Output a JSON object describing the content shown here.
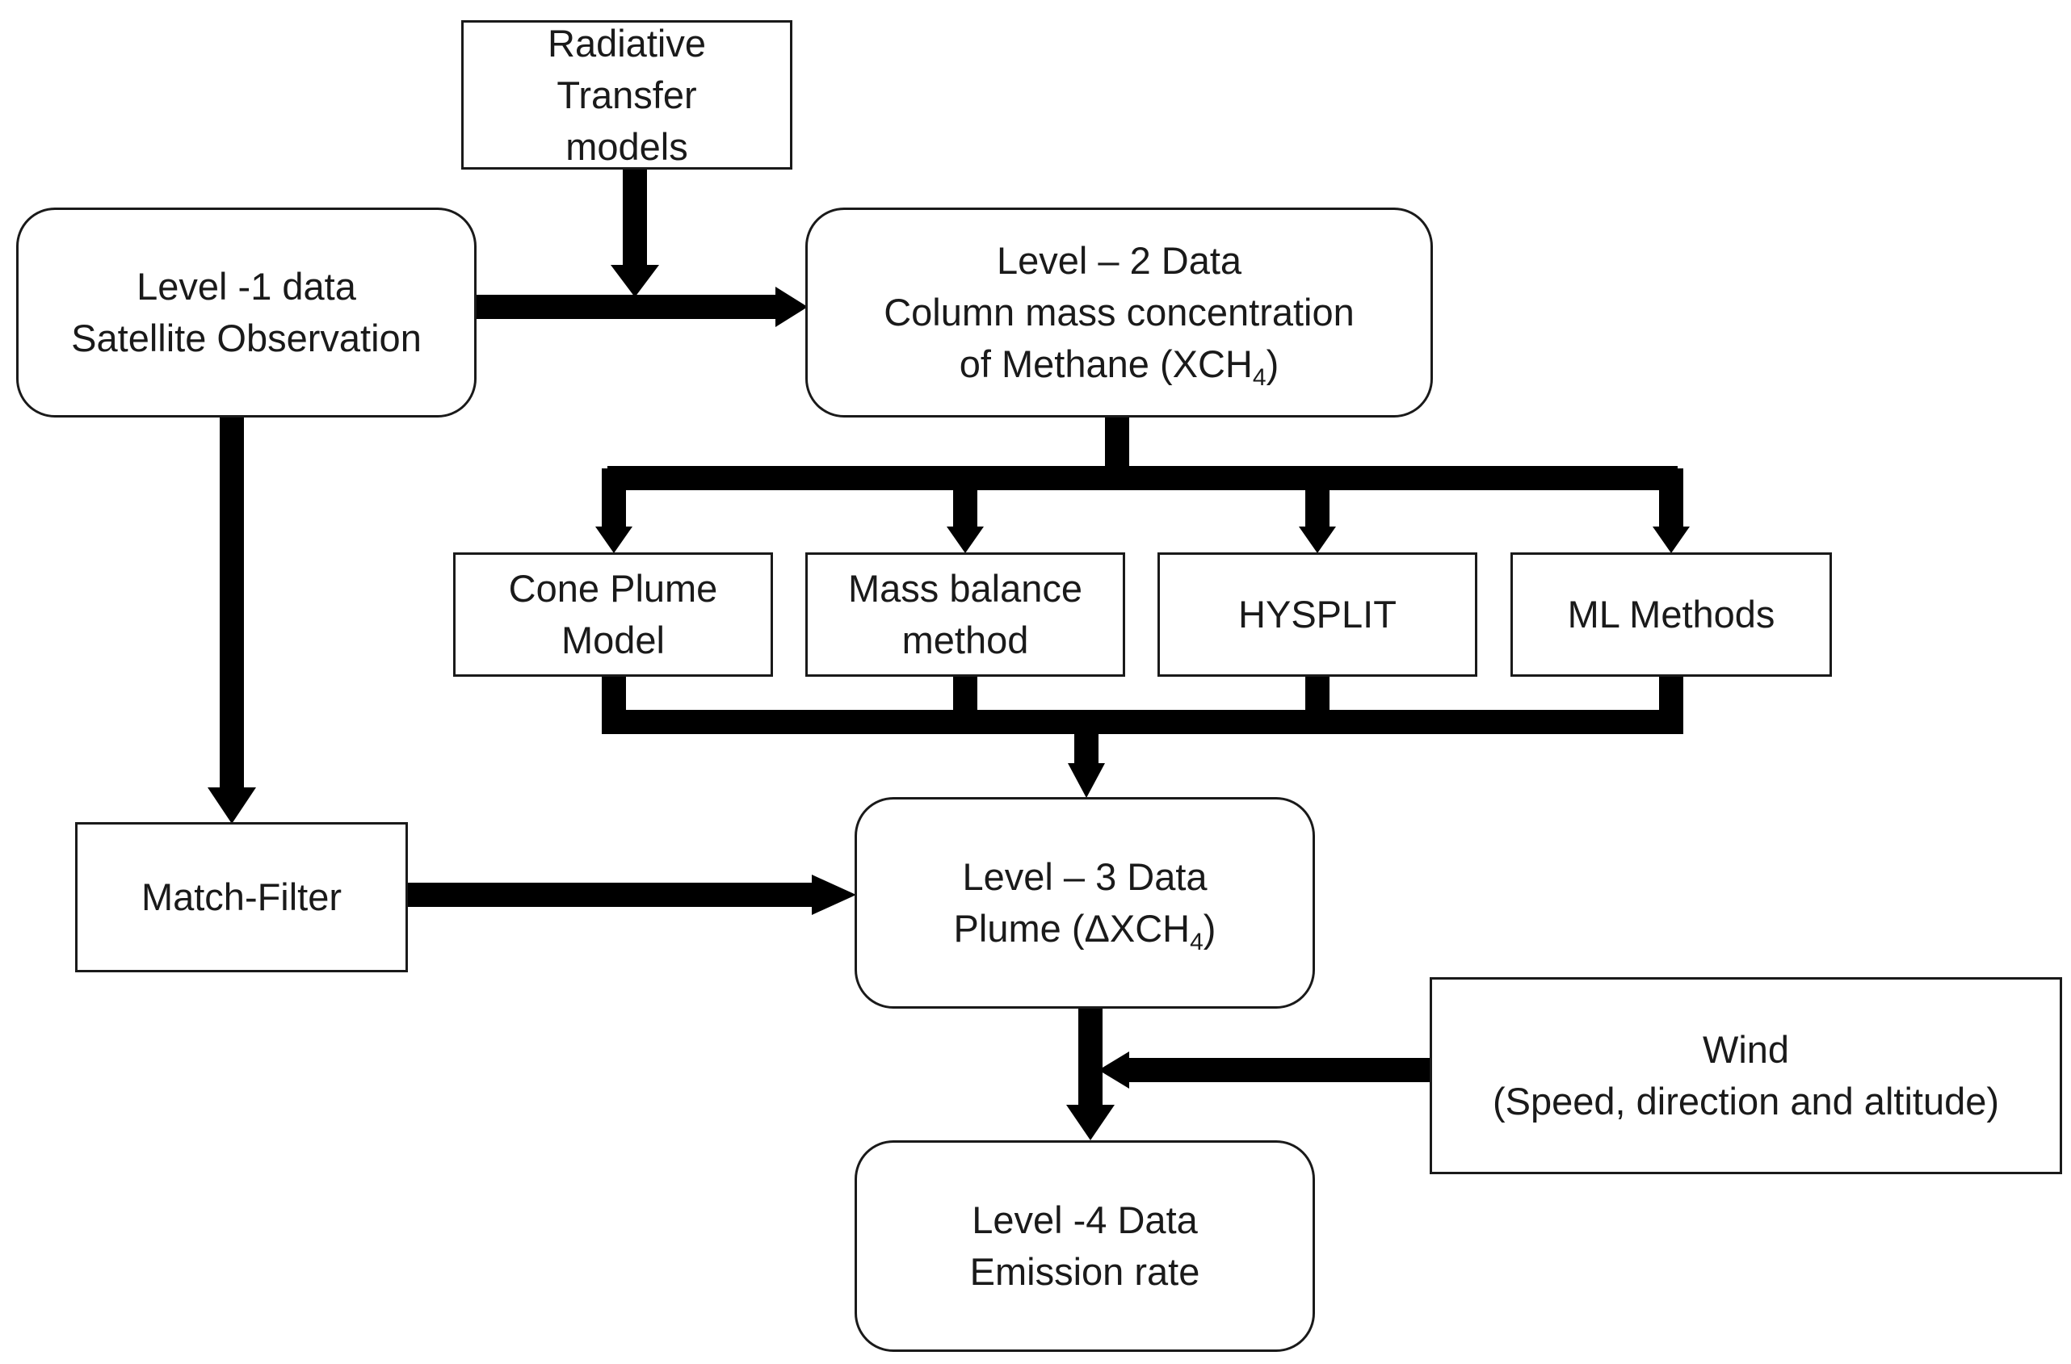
{
  "diagram": {
    "colors": {
      "line": "#000000",
      "border": "#1a1a1a",
      "fill": "#ffffff",
      "text": "#1a1a1a"
    },
    "nodes": {
      "radiative": {
        "lines": [
          "Radiative",
          "Transfer",
          "models"
        ]
      },
      "level1": {
        "lines": [
          "Level -1 data",
          "Satellite Observation"
        ]
      },
      "level2": {
        "line1": "Level – 2 Data",
        "line2": "Column mass concentration",
        "line3_prefix": "of Methane (XCH",
        "line3_sub": "4",
        "line3_suffix": ")"
      },
      "cone": {
        "lines": [
          "Cone Plume",
          "Model"
        ]
      },
      "massbalance": {
        "lines": [
          "Mass balance",
          "method"
        ]
      },
      "hysplit": {
        "lines": [
          "HYSPLIT"
        ]
      },
      "ml": {
        "lines": [
          "ML Methods"
        ]
      },
      "matchfilter": {
        "lines": [
          "Match-Filter"
        ]
      },
      "level3": {
        "line1": "Level – 3 Data",
        "line2_prefix": "Plume (ΔXCH",
        "line2_sub": "4",
        "line2_suffix": ")"
      },
      "wind": {
        "lines": [
          "Wind",
          "(Speed, direction and altitude)"
        ]
      },
      "level4": {
        "lines": [
          "Level -4 Data",
          "Emission rate"
        ]
      }
    }
  }
}
